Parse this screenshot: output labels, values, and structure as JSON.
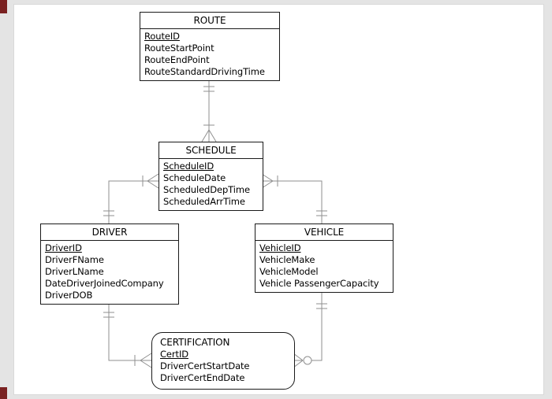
{
  "window": {
    "background_color": "#e4e4e4",
    "panel_color": "#ffffff",
    "accent_color": "#7a2121",
    "line_color": "#8f8f8f"
  },
  "diagram": {
    "type": "entity-relationship-diagram",
    "notation": "crows-foot",
    "entities": [
      {
        "name": "ROUTE",
        "shape": "rectangle",
        "attributes": [
          {
            "label": "RouteID",
            "primary_key": true
          },
          {
            "label": "RouteStartPoint",
            "primary_key": false
          },
          {
            "label": "RouteEndPoint",
            "primary_key": false
          },
          {
            "label": "RouteStandardDrivingTime",
            "primary_key": false
          }
        ]
      },
      {
        "name": "SCHEDULE",
        "shape": "rectangle",
        "attributes": [
          {
            "label": "ScheduleID",
            "primary_key": true
          },
          {
            "label": "ScheduleDate",
            "primary_key": false
          },
          {
            "label": "ScheduledDepTime",
            "primary_key": false
          },
          {
            "label": "ScheduledArrTime",
            "primary_key": false
          }
        ]
      },
      {
        "name": "DRIVER",
        "shape": "rectangle",
        "attributes": [
          {
            "label": "DriverID",
            "primary_key": true
          },
          {
            "label": "DriverFName",
            "primary_key": false
          },
          {
            "label": "DriverLName",
            "primary_key": false
          },
          {
            "label": "DateDriverJoinedCompany",
            "primary_key": false
          },
          {
            "label": "DriverDOB",
            "primary_key": false
          }
        ]
      },
      {
        "name": "VEHICLE",
        "shape": "rectangle",
        "attributes": [
          {
            "label": "VehicleID",
            "primary_key": true
          },
          {
            "label": "VehicleMake",
            "primary_key": false
          },
          {
            "label": "VehicleModel",
            "primary_key": false
          },
          {
            "label": "Vehicle PassengerCapacity",
            "primary_key": false
          }
        ]
      },
      {
        "name": "CERTIFICATION",
        "shape": "rounded-rectangle",
        "attributes": [
          {
            "label": "CertID",
            "primary_key": true
          },
          {
            "label": "DriverCertStartDate",
            "primary_key": false
          },
          {
            "label": "DriverCertEndDate",
            "primary_key": false
          }
        ]
      }
    ],
    "relationships": [
      {
        "from": "ROUTE",
        "to": "SCHEDULE",
        "from_cardinality": "one-and-only-one",
        "to_cardinality": "one-or-many"
      },
      {
        "from": "DRIVER",
        "to": "SCHEDULE",
        "from_cardinality": "one-and-only-one",
        "to_cardinality": "one-or-many"
      },
      {
        "from": "VEHICLE",
        "to": "SCHEDULE",
        "from_cardinality": "one-and-only-one",
        "to_cardinality": "one-or-many"
      },
      {
        "from": "DRIVER",
        "to": "CERTIFICATION",
        "from_cardinality": "one-and-only-one",
        "to_cardinality": "one-or-many"
      },
      {
        "from": "VEHICLE",
        "to": "CERTIFICATION",
        "from_cardinality": "one-and-only-one",
        "to_cardinality": "zero-or-many"
      }
    ]
  }
}
